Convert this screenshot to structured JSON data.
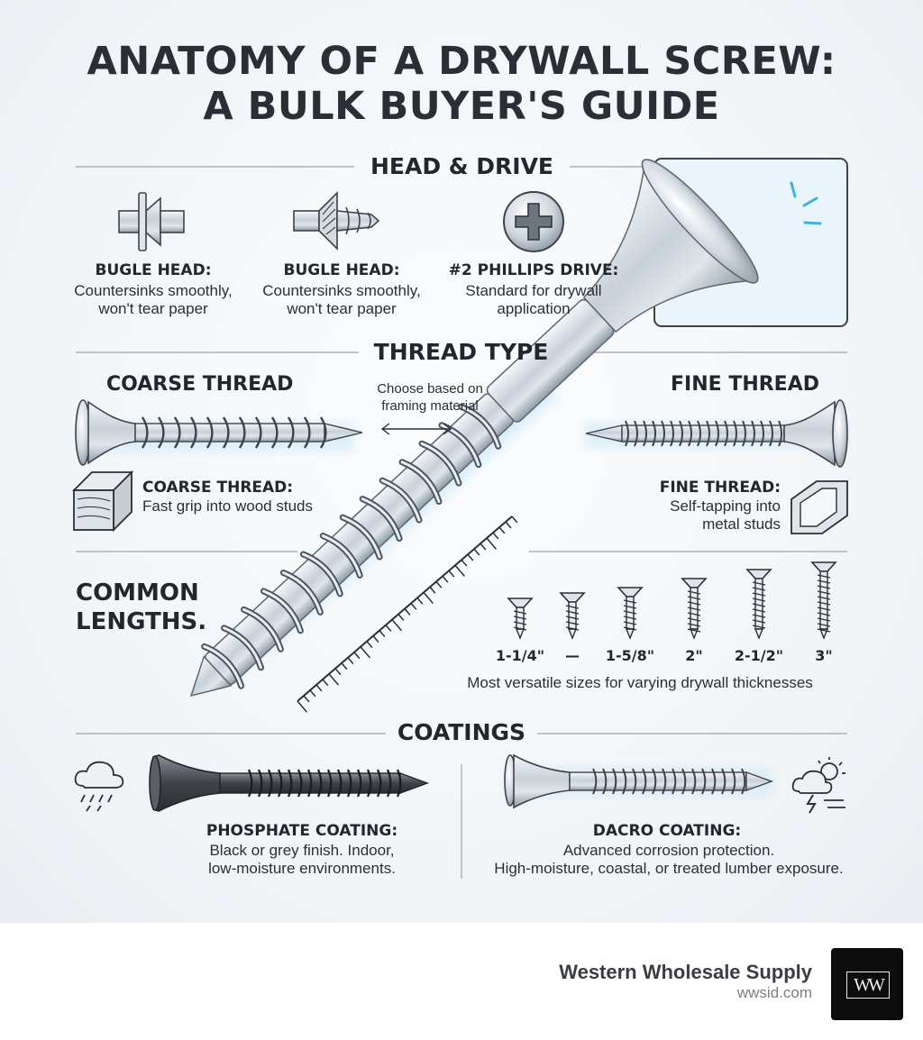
{
  "title": {
    "line1": "ANATOMY OF A DRYWALL SCREW:",
    "line2": "A BULK BUYER'S GUIDE"
  },
  "sections": {
    "head_drive": "HEAD & DRIVE",
    "thread_type": "THREAD TYPE",
    "common_lengths": "COMMON LENGTHS.",
    "coatings": "COATINGS"
  },
  "head_drive": {
    "items": [
      {
        "label": "BUGLE HEAD:",
        "desc": [
          "Countersinks smoothly,",
          "won't tear paper"
        ],
        "icon": "bugle-head-icon"
      },
      {
        "label": "BUGLE HEAD:",
        "desc": [
          "Countersinks smoothly,",
          "won't tear paper"
        ],
        "icon": "bugle-head-threaded-icon"
      },
      {
        "label": "#2 PHILLIPS DRIVE:",
        "desc": [
          "Standard for drywall",
          "application"
        ],
        "icon": "phillips-drive-icon"
      }
    ]
  },
  "thread_type": {
    "coarse_heading": "COARSE THREAD",
    "fine_heading": "FINE THREAD",
    "choose_note": [
      "Choose based on",
      "framing material"
    ],
    "coarse_label": "COARSE THREAD:",
    "coarse_desc": "Fast grip into wood studs",
    "fine_label": "FINE THREAD:",
    "fine_desc": [
      "Self-tapping into",
      "metal studs"
    ],
    "icons": [
      "wood-block-icon",
      "metal-stud-icon",
      "double-arrow-icon"
    ]
  },
  "common_lengths": {
    "lengths": [
      "1-1/4\"",
      "—",
      "1-5/8\"",
      "2\"",
      "2-1/2\"",
      "3\""
    ],
    "note": "Most versatile sizes for varying drywall thicknesses"
  },
  "coatings": {
    "phosphate_label": "PHOSPHATE COATING:",
    "phosphate_desc": [
      "Black or grey finish. Indoor,",
      "low-moisture environments."
    ],
    "dacro_label": "DACRO COATING:",
    "dacro_desc": [
      "Advanced corrosion protection.",
      "High-moisture, coastal, or treated lumber exposure."
    ],
    "icons": [
      "rain-cloud-icon",
      "storm-sun-icon"
    ]
  },
  "footer": {
    "brand": "Western Wholesale Supply",
    "url": "wwsid.com",
    "logo_text": "WW"
  },
  "colors": {
    "ink": "#22272d",
    "steel": "#b9c3cc",
    "glow": "#bfe3f7",
    "phosphate": "#4a4e54"
  }
}
